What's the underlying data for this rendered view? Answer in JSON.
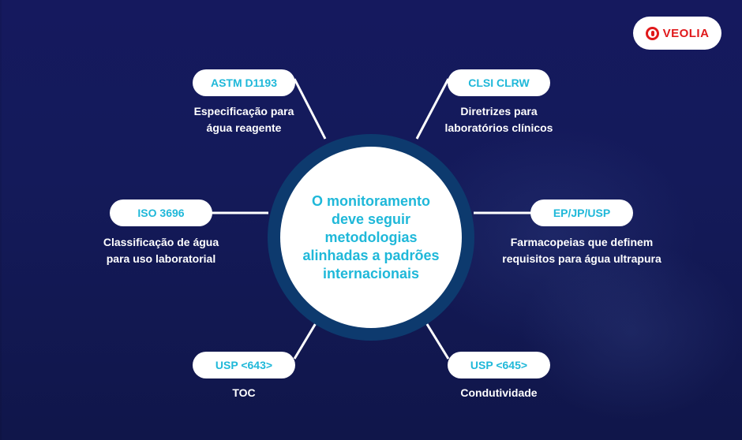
{
  "brand": {
    "name": "VEOLIA",
    "color": "#e0191b"
  },
  "colors": {
    "background": "#141a5a",
    "accent": "#1fb8d9",
    "ring": "#0d3a6e",
    "white": "#ffffff"
  },
  "hub": {
    "text": "O monitoramento\ndeve seguir\nmetodologias\nalinhadas a padrões\ninternacionais"
  },
  "nodes": [
    {
      "label": "ASTM D1193",
      "description": "Especificação para\nágua reagente"
    },
    {
      "label": "CLSI CLRW",
      "description": "Diretrizes para\nlaboratórios clínicos"
    },
    {
      "label": "ISO 3696",
      "description": "Classificação de água\npara uso laboratorial"
    },
    {
      "label": "EP/JP/USP",
      "description": "Farmacopeias que definem\nrequisitos para água ultrapura"
    },
    {
      "label": "USP <643>",
      "description": "TOC"
    },
    {
      "label": "USP <645>",
      "description": "Condutividade"
    }
  ]
}
